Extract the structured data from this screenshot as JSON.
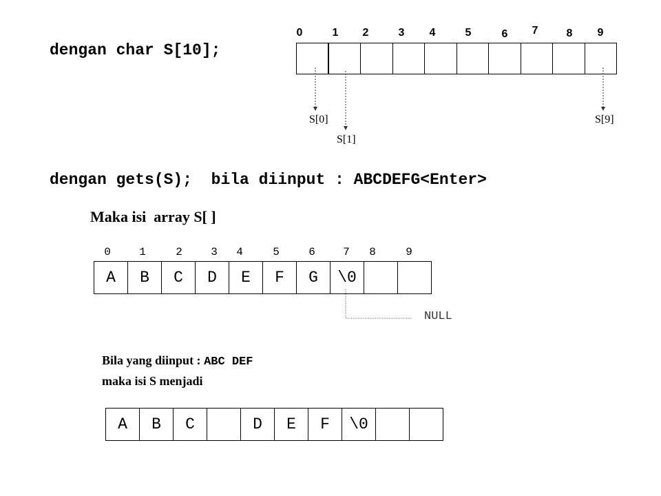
{
  "section1": {
    "heading": "dengan char S[10];",
    "indices": [
      "0",
      "1",
      "2",
      "3",
      "4",
      "5",
      "6",
      "7",
      "8",
      "9"
    ],
    "cells": [
      "",
      "",
      "",
      "",
      "",
      "",
      "",
      "",
      "",
      ""
    ],
    "pointers": [
      "S[0]",
      "S[1]",
      "S[9]"
    ]
  },
  "section2": {
    "heading": "dengan gets(S);  bila diinput : ABCDEFG<Enter>",
    "subheading": "Maka isi  array S[ ]",
    "indices": [
      "0",
      "1",
      "2",
      "3",
      "4",
      "5",
      "6",
      "7",
      "8",
      "9"
    ],
    "cells": [
      "A",
      "B",
      "C",
      "D",
      "E",
      "F",
      "G",
      "\\0",
      "",
      ""
    ],
    "null_label": "NULL"
  },
  "section3": {
    "input_prefix": "Bila yang diinput : ",
    "input_value": "ABC DEF",
    "result_text": "maka isi S menjadi",
    "cells": [
      "A",
      "B",
      "C",
      "",
      "D",
      "E",
      "F",
      "\\0",
      "",
      ""
    ]
  }
}
